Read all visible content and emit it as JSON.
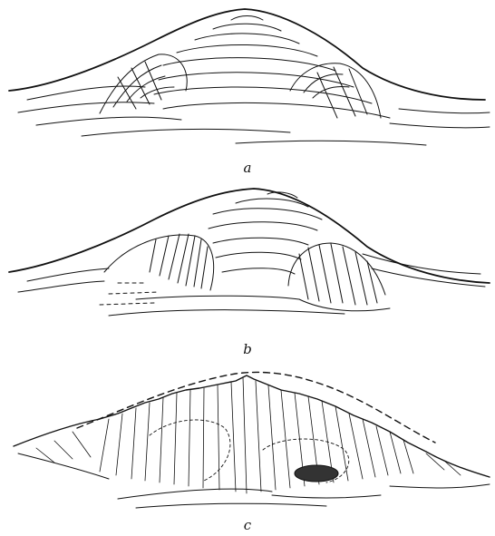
{
  "panels": [
    {
      "id": "a",
      "caption": "a"
    },
    {
      "id": "b",
      "caption": "b"
    },
    {
      "id": "c",
      "caption": "c"
    }
  ]
}
